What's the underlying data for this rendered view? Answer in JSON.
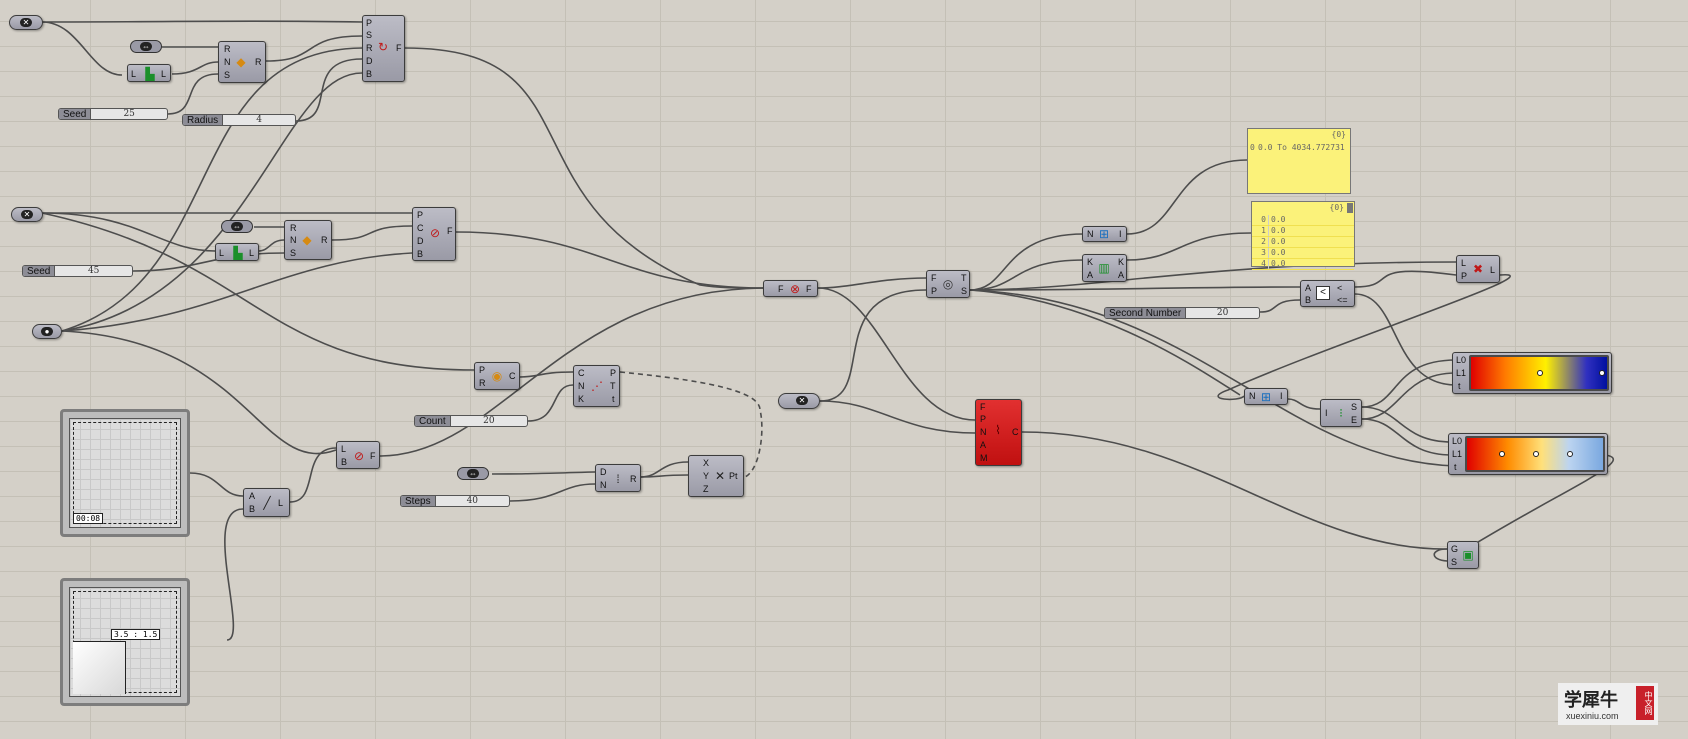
{
  "sliders": {
    "seed1": {
      "label": "Seed",
      "value": "25"
    },
    "radius": {
      "label": "Radius",
      "value": "4"
    },
    "seed2": {
      "label": "Seed",
      "value": "45"
    },
    "count": {
      "label": "Count",
      "value": "20"
    },
    "steps": {
      "label": "Steps",
      "value": "40"
    },
    "second_number": {
      "label": "Second Number",
      "value": "20"
    }
  },
  "panels": {
    "domain": {
      "index": "{0}",
      "row": "0",
      "text": "0.0 To 4034.772731"
    },
    "values": {
      "index": "{0}",
      "rows": [
        {
          "i": "0",
          "v": "0.0"
        },
        {
          "i": "1",
          "v": "0.0"
        },
        {
          "i": "2",
          "v": "0.0"
        },
        {
          "i": "3",
          "v": "0.0"
        },
        {
          "i": "4",
          "v": "0.0"
        }
      ]
    }
  },
  "graphs": {
    "timer_tag": "00:08",
    "md_tag": "3.5 : 1.5"
  },
  "components": {
    "pop_top": {
      "pins_in": [
        "R",
        "N",
        "S"
      ],
      "pin_out": "R"
    },
    "range_top": {
      "pins_in": [
        "L"
      ],
      "pin_out": "L"
    },
    "field_top": {
      "pins_in": [
        "P",
        "S",
        "R",
        "D",
        "B"
      ],
      "pin_out": "F"
    },
    "pop_mid": {
      "pins_in": [
        "R",
        "N",
        "S"
      ],
      "pin_out": "R"
    },
    "range_mid": {
      "pins_in": [
        "L"
      ],
      "pin_out": "L"
    },
    "field_mid": {
      "pins_in": [
        "P",
        "C",
        "D",
        "B"
      ],
      "pin_out": "F"
    },
    "circle": {
      "pins_in": [
        "P",
        "R"
      ],
      "pin_out": "C"
    },
    "divide": {
      "pins_in": [
        "C",
        "N",
        "K"
      ],
      "pins_out": [
        "P",
        "T",
        "t"
      ]
    },
    "line_field": {
      "pins_in": [
        "L",
        "B"
      ],
      "pin_out": "F"
    },
    "line": {
      "pins_in": [
        "A",
        "B"
      ],
      "pin_out": "L"
    },
    "series": {
      "pins_in": [
        "D",
        "N"
      ],
      "pin_out": "R"
    },
    "point": {
      "pins_in": [
        "X",
        "Y",
        "Z"
      ],
      "pin_out": "Pt"
    },
    "merge": {
      "pin_in": "F",
      "pin_out": "F"
    },
    "eval": {
      "pins_in": [
        "F",
        "P"
      ],
      "pins_out": [
        "T",
        "S"
      ]
    },
    "lines": {
      "pins_in": [
        "F",
        "P",
        "N",
        "A",
        "M"
      ],
      "pin_out": "C"
    },
    "bounds": {
      "pin_in": "N",
      "pin_out": "I"
    },
    "sort": {
      "pins_in": [
        "K",
        "A"
      ],
      "pins_out": [
        "K",
        "A"
      ]
    },
    "smaller": {
      "pins_in": [
        "A",
        "B"
      ],
      "pins_out": [
        "<",
        "<="
      ]
    },
    "dispatch": {
      "pins_in": [
        "L",
        "P"
      ],
      "pin_out": "L"
    },
    "bounds2": {
      "pin_in": "N",
      "pin_out": "I"
    },
    "deconstruct": {
      "pin_in": "I",
      "pins_out": [
        "S",
        "E"
      ]
    },
    "grad1": {
      "pins_in": [
        "L0",
        "L1",
        "t"
      ]
    },
    "grad2": {
      "pins_in": [
        "L0",
        "L1",
        "t"
      ]
    },
    "preview": {
      "pins_in": [
        "G",
        "S"
      ]
    }
  },
  "logo": {
    "cn": "学犀牛",
    "url": "xuexiniu.com",
    "badge": "中文网"
  },
  "colors": {
    "canvas": "#d4d0c8",
    "component": "#a8a8b2",
    "error": "#d01818",
    "panel": "#fbf27a",
    "wire": "#4a4a4a"
  }
}
